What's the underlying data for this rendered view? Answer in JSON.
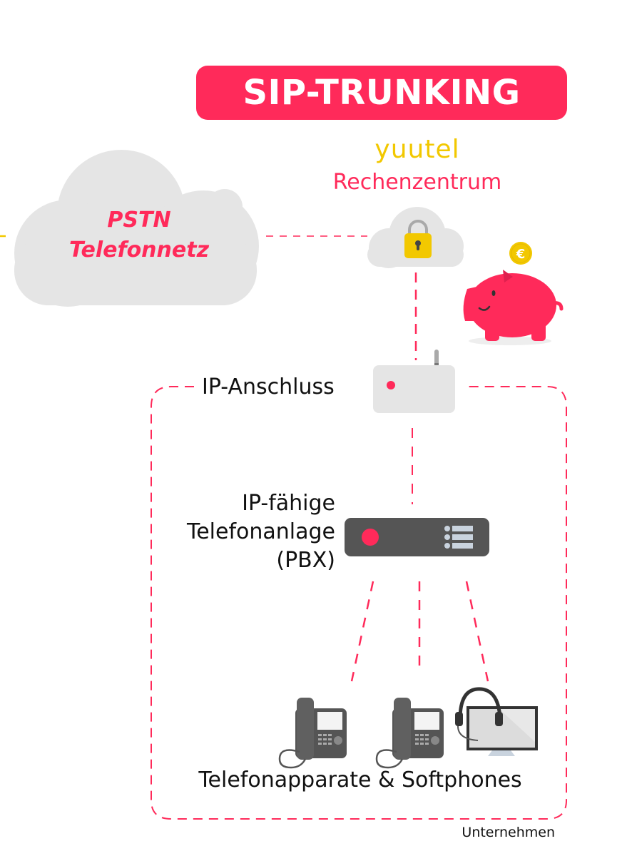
{
  "title": "SIP-TRUNKING",
  "brand": "yuutel",
  "datacenter_label": "Rechenzentrum",
  "pstn": {
    "line1": "PSTN",
    "line2": "Telefonnetz"
  },
  "ip_connection_label": "IP-Anschluss",
  "pbx": {
    "line1": "IP-fähige",
    "line2": "Telefonanlage",
    "line3": "(PBX)"
  },
  "devices_label": "Telefonapparate & Softphones",
  "company_label": "Unternehmen",
  "coin_symbol": "€",
  "colors": {
    "accent": "#ff2a5a",
    "brand_yellow": "#f2c800",
    "cloud_gray": "#e5e5e5",
    "device_dark": "#555555",
    "text": "#111111"
  }
}
